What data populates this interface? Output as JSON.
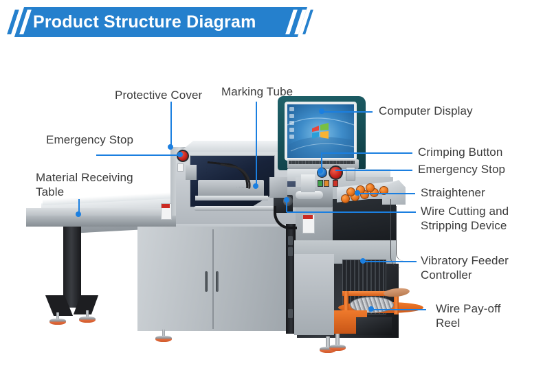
{
  "header": {
    "title": "Product Structure Diagram",
    "banner_color": "#2580cd",
    "text_color": "#ffffff",
    "decoration": "double-slash"
  },
  "diagram": {
    "subject": "wire-cutting-stripping-crimping-machine",
    "leader_color": "#1b7fe0",
    "label_color": "#3b3b3b",
    "background": "#ffffff"
  },
  "callouts": [
    {
      "id": "protective-cover",
      "label": "Protective Cover",
      "side": "top",
      "leader": "vertical"
    },
    {
      "id": "marking-tube",
      "label": "Marking Tube",
      "side": "top",
      "leader": "vertical"
    },
    {
      "id": "emergency-stop-left",
      "label": "Emergency Stop",
      "side": "left",
      "leader": "horizontal"
    },
    {
      "id": "material-receiving-table",
      "label": "Material Receiving\nTable",
      "side": "left",
      "leader": "vertical"
    },
    {
      "id": "computer-display",
      "label": "Computer Display",
      "side": "right",
      "leader": "horizontal"
    },
    {
      "id": "crimping-button",
      "label": "Crimping Button",
      "side": "right",
      "leader": "horizontal"
    },
    {
      "id": "emergency-stop-right",
      "label": "Emergency Stop",
      "side": "right",
      "leader": "horizontal"
    },
    {
      "id": "straightener",
      "label": "Straightener",
      "side": "right",
      "leader": "horizontal"
    },
    {
      "id": "wire-cutting-stripping-device",
      "label": "Wire Cutting and\nStripping Device",
      "side": "right",
      "leader": "horizontal"
    },
    {
      "id": "vibratory-feeder-controller",
      "label": "Vibratory Feeder\nController",
      "side": "right",
      "leader": "horizontal"
    },
    {
      "id": "wire-payoff-reel",
      "label": "Wire Pay-off\nReel",
      "side": "right",
      "leader": "horizontal"
    }
  ],
  "machine": {
    "monitor": {
      "os_wallpaper": "windows-7",
      "housing_color": "#17525a"
    },
    "cabinet_color": "#b6bcc1",
    "reel_color": "#ef7a2c",
    "frame_color": "#1a1d21"
  }
}
